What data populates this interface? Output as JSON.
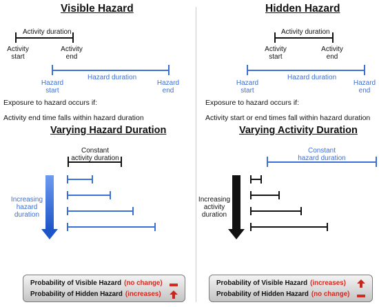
{
  "colors": {
    "activity": "#111111",
    "hazard": "#3a6fd8",
    "emphasis": "#d42a1f",
    "divider": "#c9c9c9"
  },
  "left": {
    "title": "Visible Hazard",
    "activity_duration": "Activity duration",
    "activity_start": "Activity\nstart",
    "activity_end": "Activity\nend",
    "hazard_duration": "Hazard duration",
    "hazard_start": "Hazard\nstart",
    "hazard_end": "Hazard\nend",
    "exposure_line": "Exposure to hazard occurs if:",
    "condition_line": "Activity end time falls within hazard duration",
    "sub_title": "Varying Hazard Duration",
    "constant_label": "Constant\nactivity duration",
    "increasing_label": "Increasing\nhazard\nduration",
    "hazard_lengths": [
      0.27,
      0.46,
      0.71,
      0.95
    ],
    "legend": [
      {
        "label": "Probability of Visible Hazard",
        "value": "(no change)",
        "symbol": "dash-icon"
      },
      {
        "label": "Probability of Hidden Hazard",
        "value": "(increases)",
        "symbol": "up-arrow-icon"
      }
    ]
  },
  "right": {
    "title": "Hidden Hazard",
    "activity_duration": "Activity duration",
    "activity_start": "Activity\nstart",
    "activity_end": "Activity\nend",
    "hazard_duration": "Hazard duration",
    "hazard_start": "Hazard\nstart",
    "hazard_end": "Hazard\nend",
    "exposure_line": "Exposure to hazard occurs if:",
    "condition_line": "Activity start or end times fall within hazard duration",
    "sub_title": "Varying Activity Duration",
    "constant_label": "Constant\nhazard duration",
    "increasing_label": "Increasing\nactivity\nduration",
    "activity_lengths": [
      0.11,
      0.29,
      0.52,
      0.79
    ],
    "legend": [
      {
        "label": "Probability of Visible Hazard",
        "value": "(increases)",
        "symbol": "up-arrow-icon"
      },
      {
        "label": "Probability of Hidden Hazard",
        "value": "(no change)",
        "symbol": "dash-icon"
      }
    ]
  }
}
